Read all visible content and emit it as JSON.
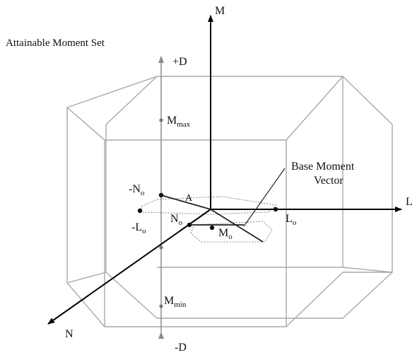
{
  "diagram": {
    "title": "Attainable Moment Set",
    "axes": {
      "m": "M",
      "l": "L",
      "n": "N",
      "d_pos": "+D",
      "d_neg": "-D"
    },
    "points": {
      "m_max": {
        "base": "M",
        "sub": "max"
      },
      "m_min": {
        "base": "M",
        "sub": "min"
      },
      "neg_n0": {
        "base": "-N",
        "sub": "o"
      },
      "neg_l0": {
        "base": "-L",
        "sub": "o"
      },
      "n0": {
        "base": "N",
        "sub": "o"
      },
      "l0": {
        "base": "L",
        "sub": "o"
      },
      "m0": {
        "base": "M",
        "sub": "o"
      },
      "a": "A"
    },
    "annotation": {
      "line1": "Base Moment",
      "line2": "Vector"
    },
    "colors": {
      "box_edges": "#a9a9a9",
      "main_axes": "#000000",
      "d_axis": "#8a8a8a"
    }
  }
}
